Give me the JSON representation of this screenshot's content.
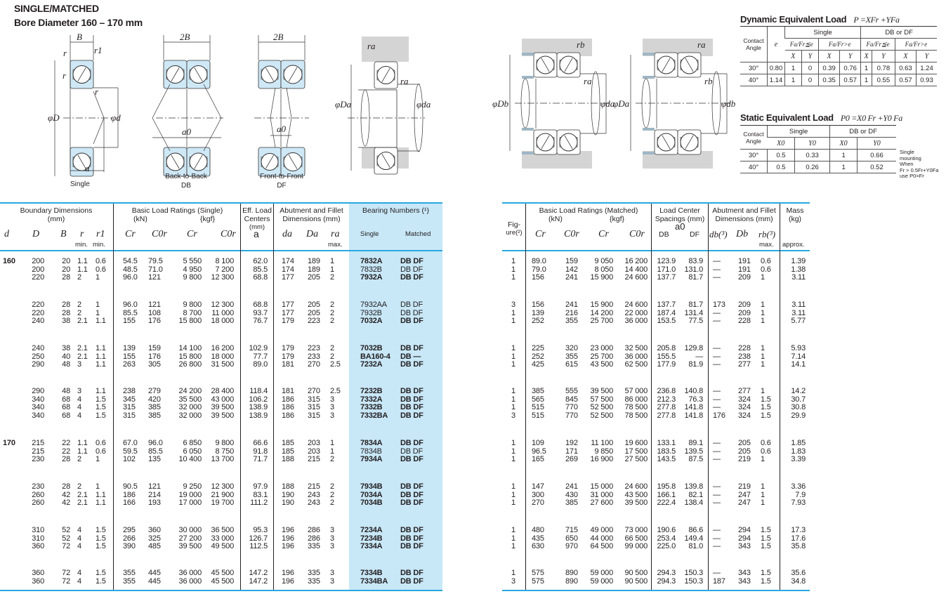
{
  "header": {
    "title": "SINGLE/MATCHED",
    "subtitle": "Bore Diameter   160 – 170 mm"
  },
  "diagrams": {
    "single_caption": "Single",
    "db_caption_1": "Back-to-Back",
    "db_caption_2": "DB",
    "df_caption_1": "Front-to-Front",
    "df_caption_2": "DF",
    "labels": {
      "B": "B",
      "twoB": "2B",
      "D": "φD",
      "d": "φd",
      "a": "a",
      "a0": "a0",
      "r": "r",
      "r1": "r1",
      "ra": "ra",
      "Da": "φDa",
      "da": "φda",
      "rb": "rb",
      "Db": "φDb",
      "db": "φdb"
    }
  },
  "dynamic_load": {
    "title": "Dynamic Equivalent Load",
    "formula": "P =XFr +YFa",
    "h_contact": "Contact Angle",
    "h_e": "e",
    "h_single": "Single",
    "h_dbdf": "DB or DF",
    "h_le": "Fa/Fr≦e",
    "h_gt": "Fa/Fr>e",
    "h_x": "X",
    "h_y": "Y",
    "rows": [
      {
        "angle": "30°",
        "e": "0.80",
        "vals": [
          "1",
          "0",
          "0.39",
          "0.76",
          "1",
          "0.78",
          "0.63",
          "1.24"
        ]
      },
      {
        "angle": "40°",
        "e": "1.14",
        "vals": [
          "1",
          "0",
          "0.35",
          "0.57",
          "1",
          "0.55",
          "0.57",
          "0.93"
        ]
      }
    ]
  },
  "static_load": {
    "title": "Static Equivalent Load",
    "formula": "P0 =X0 Fr +Y0 Fa",
    "h_contact": "Contact Angle",
    "h_single": "Single",
    "h_dbdf": "DB or DF",
    "h_x0": "X0",
    "h_y0": "Y0",
    "rows": [
      {
        "angle": "30°",
        "vals": [
          "0.5",
          "0.33",
          "1",
          "0.66"
        ]
      },
      {
        "angle": "40°",
        "vals": [
          "0.5",
          "0.26",
          "1",
          "0.52"
        ]
      }
    ],
    "note": [
      "Single",
      "mounting",
      "When",
      "Fr > 0.5Fr+Y0Fa",
      "use P0=Fr"
    ]
  },
  "left_table": {
    "headers": {
      "boundary": "Boundary Dimensions",
      "boundary_unit": "(mm)",
      "load_single": "Basic Load Ratings (Single)",
      "kn": "(kN)",
      "kgf": "{kgf}",
      "eff": "Eff. Load",
      "centers": "Centers",
      "eff_unit": "(mm)",
      "abut": "Abutment and Fillet",
      "abut_unit": "Dimensions (mm)",
      "numbers": "Bearing Numbers (¹)",
      "single": "Single",
      "matched": "Matched",
      "d": "d",
      "D": "D",
      "B": "B",
      "r": "r",
      "r1": "r1",
      "min1": "min.",
      "min2": "min.",
      "Cr": "Cr",
      "C0r": "C0r",
      "Cr2": "Cr",
      "C0r2": "C0r",
      "a": "a",
      "da": "da",
      "Da": "Da",
      "ra": "ra",
      "max": "max."
    },
    "groups": [
      {
        "d": "160",
        "rows": [
          {
            "D": "200",
            "B": "20",
            "r": "1.1",
            "r1": "0.6",
            "Cr": "54.5",
            "C0r": "79.5",
            "Crk": "5 550",
            "C0rk": "8 100",
            "a": "62.0",
            "da": "174",
            "Da": "189",
            "ra": "1",
            "single": "7832A",
            "matched": "DB DF",
            "std": true
          },
          {
            "D": "200",
            "B": "20",
            "r": "1.1",
            "r1": "0.6",
            "Cr": "48.5",
            "C0r": "71.0",
            "Crk": "4 950",
            "C0rk": "7 200",
            "a": "85.5",
            "da": "174",
            "Da": "189",
            "ra": "1",
            "single": "7832B",
            "matched": "DB DF",
            "std": false
          },
          {
            "D": "220",
            "B": "28",
            "r": "2",
            "r1": "1",
            "Cr": "96.0",
            "C0r": "121",
            "Crk": "9 800",
            "C0rk": "12 300",
            "a": "68.8",
            "da": "177",
            "Da": "205",
            "ra": "2",
            "single": "7932A",
            "matched": "DB DF",
            "std": true
          }
        ]
      },
      {
        "d": "",
        "rows": [
          {
            "D": "220",
            "B": "28",
            "r": "2",
            "r1": "1",
            "Cr": "96.0",
            "C0r": "121",
            "Crk": "9 800",
            "C0rk": "12 300",
            "a": "68.8",
            "da": "177",
            "Da": "205",
            "ra": "2",
            "single": "7932AA",
            "matched": "DB DF",
            "std": false
          },
          {
            "D": "220",
            "B": "28",
            "r": "2",
            "r1": "1",
            "Cr": "85.5",
            "C0r": "108",
            "Crk": "8 700",
            "C0rk": "11 000",
            "a": "93.7",
            "da": "177",
            "Da": "205",
            "ra": "2",
            "single": "7932B",
            "matched": "DB DF",
            "std": false
          },
          {
            "D": "240",
            "B": "38",
            "r": "2.1",
            "r1": "1.1",
            "Cr": "155",
            "C0r": "176",
            "Crk": "15 800",
            "C0rk": "18 000",
            "a": "76.7",
            "da": "179",
            "Da": "223",
            "ra": "2",
            "single": "7032A",
            "matched": "DB DF",
            "std": true
          }
        ]
      },
      {
        "d": "",
        "rows": [
          {
            "D": "240",
            "B": "38",
            "r": "2.1",
            "r1": "1.1",
            "Cr": "139",
            "C0r": "159",
            "Crk": "14 100",
            "C0rk": "16 200",
            "a": "102.9",
            "da": "179",
            "Da": "223",
            "ra": "2",
            "single": "7032B",
            "matched": "DB DF",
            "std": true
          },
          {
            "D": "250",
            "B": "40",
            "r": "2.1",
            "r1": "1.1",
            "Cr": "155",
            "C0r": "176",
            "Crk": "15 800",
            "C0rk": "18 000",
            "a": "77.7",
            "da": "179",
            "Da": "233",
            "ra": "2",
            "single": "BA160-4",
            "matched": "DB —",
            "std": true
          },
          {
            "D": "290",
            "B": "48",
            "r": "3",
            "r1": "1.1",
            "Cr": "263",
            "C0r": "305",
            "Crk": "26 800",
            "C0rk": "31 500",
            "a": "89.0",
            "da": "181",
            "Da": "270",
            "ra": "2.5",
            "single": "7232A",
            "matched": "DB DF",
            "std": true
          }
        ]
      },
      {
        "d": "",
        "rows": [
          {
            "D": "290",
            "B": "48",
            "r": "3",
            "r1": "1.1",
            "Cr": "238",
            "C0r": "279",
            "Crk": "24 200",
            "C0rk": "28 400",
            "a": "118.4",
            "da": "181",
            "Da": "270",
            "ra": "2.5",
            "single": "7232B",
            "matched": "DB DF",
            "std": true
          },
          {
            "D": "340",
            "B": "68",
            "r": "4",
            "r1": "1.5",
            "Cr": "345",
            "C0r": "420",
            "Crk": "35 500",
            "C0rk": "43 000",
            "a": "106.2",
            "da": "186",
            "Da": "315",
            "ra": "3",
            "single": "7332A",
            "matched": "DB DF",
            "std": true
          },
          {
            "D": "340",
            "B": "68",
            "r": "4",
            "r1": "1.5",
            "Cr": "315",
            "C0r": "385",
            "Crk": "32 000",
            "C0rk": "39 500",
            "a": "138.9",
            "da": "186",
            "Da": "315",
            "ra": "3",
            "single": "7332B",
            "matched": "DB DF",
            "std": true
          },
          {
            "D": "340",
            "B": "68",
            "r": "4",
            "r1": "1.5",
            "Cr": "315",
            "C0r": "385",
            "Crk": "32 000",
            "C0rk": "39 500",
            "a": "138.9",
            "da": "186",
            "Da": "315",
            "ra": "3",
            "single": "7332BA",
            "matched": "DB DF",
            "std": true
          }
        ]
      },
      {
        "d": "170",
        "rows": [
          {
            "D": "215",
            "B": "22",
            "r": "1.1",
            "r1": "0.6",
            "Cr": "67.0",
            "C0r": "96.0",
            "Crk": "6 850",
            "C0rk": "9 800",
            "a": "66.6",
            "da": "185",
            "Da": "203",
            "ra": "1",
            "single": "7834A",
            "matched": "DB DF",
            "std": true
          },
          {
            "D": "215",
            "B": "22",
            "r": "1.1",
            "r1": "0.6",
            "Cr": "59.5",
            "C0r": "85.5",
            "Crk": "6 050",
            "C0rk": "8 750",
            "a": "91.8",
            "da": "185",
            "Da": "203",
            "ra": "1",
            "single": "7834B",
            "matched": "DB DF",
            "std": false
          },
          {
            "D": "230",
            "B": "28",
            "r": "2",
            "r1": "1",
            "Cr": "102",
            "C0r": "135",
            "Crk": "10 400",
            "C0rk": "13 700",
            "a": "71.7",
            "da": "188",
            "Da": "215",
            "ra": "2",
            "single": "7934A",
            "matched": "DB DF",
            "std": true
          }
        ]
      },
      {
        "d": "",
        "rows": [
          {
            "D": "230",
            "B": "28",
            "r": "2",
            "r1": "1",
            "Cr": "90.5",
            "C0r": "121",
            "Crk": "9 250",
            "C0rk": "12 300",
            "a": "97.9",
            "da": "188",
            "Da": "215",
            "ra": "2",
            "single": "7934B",
            "matched": "DB DF",
            "std": true
          },
          {
            "D": "260",
            "B": "42",
            "r": "2.1",
            "r1": "1.1",
            "Cr": "186",
            "C0r": "214",
            "Crk": "19 000",
            "C0rk": "21 900",
            "a": "83.1",
            "da": "190",
            "Da": "243",
            "ra": "2",
            "single": "7034A",
            "matched": "DB DF",
            "std": true
          },
          {
            "D": "260",
            "B": "42",
            "r": "2.1",
            "r1": "1.1",
            "Cr": "166",
            "C0r": "193",
            "Crk": "17 000",
            "C0rk": "19 700",
            "a": "111.2",
            "da": "190",
            "Da": "243",
            "ra": "2",
            "single": "7034B",
            "matched": "DB DF",
            "std": true
          }
        ]
      },
      {
        "d": "",
        "rows": [
          {
            "D": "310",
            "B": "52",
            "r": "4",
            "r1": "1.5",
            "Cr": "295",
            "C0r": "360",
            "Crk": "30 000",
            "C0rk": "36 500",
            "a": "95.3",
            "da": "196",
            "Da": "286",
            "ra": "3",
            "single": "7234A",
            "matched": "DB DF",
            "std": true
          },
          {
            "D": "310",
            "B": "52",
            "r": "4",
            "r1": "1.5",
            "Cr": "266",
            "C0r": "325",
            "Crk": "27 200",
            "C0rk": "33 000",
            "a": "126.7",
            "da": "196",
            "Da": "286",
            "ra": "3",
            "single": "7234B",
            "matched": "DB DF",
            "std": true
          },
          {
            "D": "360",
            "B": "72",
            "r": "4",
            "r1": "1.5",
            "Cr": "390",
            "C0r": "485",
            "Crk": "39 500",
            "C0rk": "49 500",
            "a": "112.5",
            "da": "196",
            "Da": "335",
            "ra": "3",
            "single": "7334A",
            "matched": "DB DF",
            "std": true
          }
        ]
      },
      {
        "d": "",
        "rows": [
          {
            "D": "360",
            "B": "72",
            "r": "4",
            "r1": "1.5",
            "Cr": "355",
            "C0r": "445",
            "Crk": "36 000",
            "C0rk": "45 500",
            "a": "147.2",
            "da": "196",
            "Da": "335",
            "ra": "3",
            "single": "7334B",
            "matched": "DB DF",
            "std": true
          },
          {
            "D": "360",
            "B": "72",
            "r": "4",
            "r1": "1.5",
            "Cr": "355",
            "C0r": "445",
            "Crk": "36 000",
            "C0rk": "45 500",
            "a": "147.2",
            "da": "196",
            "Da": "335",
            "ra": "3",
            "single": "7334BA",
            "matched": "DB DF",
            "std": true
          }
        ]
      }
    ]
  },
  "right_table": {
    "headers": {
      "fig1": "Fig-",
      "fig2": "ure(²)",
      "load_matched": "Basic Load Ratings (Matched)",
      "kn": "(kN)",
      "kgf": "{kgf}",
      "Cr": "Cr",
      "C0r": "C0r",
      "Cr2": "Cr",
      "C0r2": "C0r",
      "spacing1": "Load Center",
      "spacing2": "Spacings (mm)",
      "a0": "a0",
      "DB": "DB",
      "DF": "DF",
      "abut": "Abutment and Fillet",
      "abut_unit": "Dimensions (mm)",
      "db": "db(³)",
      "Db": "Db",
      "rb": "rb(³)",
      "max": "max.",
      "mass": "Mass",
      "mass_unit": "(kg)",
      "approx": "approx."
    },
    "groups": [
      [
        [
          "1",
          "89.0",
          "159",
          "9 050",
          "16 200",
          "123.9",
          "83.9",
          "—",
          "191",
          "0.6",
          "1.39"
        ],
        [
          "1",
          "79.0",
          "142",
          "8 050",
          "14 400",
          "171.0",
          "131.0",
          "—",
          "191",
          "0.6",
          "1.38"
        ],
        [
          "1",
          "156",
          "241",
          "15 900",
          "24 600",
          "137.7",
          "81.7",
          "—",
          "209",
          "1",
          "3.11"
        ]
      ],
      [
        [
          "3",
          "156",
          "241",
          "15 900",
          "24 600",
          "137.7",
          "81.7",
          "173",
          "209",
          "1",
          "3.11"
        ],
        [
          "1",
          "139",
          "216",
          "14 200",
          "22 000",
          "187.4",
          "131.4",
          "—",
          "209",
          "1",
          "3.11"
        ],
        [
          "1",
          "252",
          "355",
          "25 700",
          "36 000",
          "153.5",
          "77.5",
          "—",
          "228",
          "1",
          "5.77"
        ]
      ],
      [
        [
          "1",
          "225",
          "320",
          "23 000",
          "32 500",
          "205.8",
          "129.8",
          "—",
          "228",
          "1",
          "5.93"
        ],
        [
          "1",
          "252",
          "355",
          "25 700",
          "36 000",
          "155.5",
          "—",
          "—",
          "238",
          "1",
          "7.14"
        ],
        [
          "1",
          "425",
          "615",
          "43 500",
          "62 500",
          "177.9",
          "81.9",
          "—",
          "277",
          "1",
          "14.1"
        ]
      ],
      [
        [
          "1",
          "385",
          "555",
          "39 500",
          "57 000",
          "236.8",
          "140.8",
          "—",
          "277",
          "1",
          "14.2"
        ],
        [
          "1",
          "565",
          "845",
          "57 500",
          "86 000",
          "212.3",
          "76.3",
          "—",
          "324",
          "1.5",
          "30.7"
        ],
        [
          "1",
          "515",
          "770",
          "52 500",
          "78 500",
          "277.8",
          "141.8",
          "—",
          "324",
          "1.5",
          "30.8"
        ],
        [
          "3",
          "515",
          "770",
          "52 500",
          "78 500",
          "277.8",
          "141.8",
          "176",
          "324",
          "1.5",
          "29.9"
        ]
      ],
      [
        [
          "1",
          "109",
          "192",
          "11 100",
          "19 600",
          "133.1",
          "89.1",
          "—",
          "205",
          "0.6",
          "1.85"
        ],
        [
          "1",
          "96.5",
          "171",
          "9 850",
          "17 500",
          "183.5",
          "139.5",
          "—",
          "205",
          "0.6",
          "1.83"
        ],
        [
          "1",
          "165",
          "269",
          "16 900",
          "27 500",
          "143.5",
          "87.5",
          "—",
          "219",
          "1",
          "3.39"
        ]
      ],
      [
        [
          "1",
          "147",
          "241",
          "15 000",
          "24 600",
          "195.8",
          "139.8",
          "—",
          "219",
          "1",
          "3.36"
        ],
        [
          "1",
          "300",
          "430",
          "31 000",
          "43 500",
          "166.1",
          "82.1",
          "—",
          "247",
          "1",
          "7.9"
        ],
        [
          "1",
          "270",
          "385",
          "27 600",
          "39 500",
          "222.4",
          "138.4",
          "—",
          "247",
          "1",
          "7.93"
        ]
      ],
      [
        [
          "1",
          "480",
          "715",
          "49 000",
          "73 000",
          "190.6",
          "86.6",
          "—",
          "294",
          "1.5",
          "17.3"
        ],
        [
          "1",
          "435",
          "650",
          "44 000",
          "66 500",
          "253.4",
          "149.4",
          "—",
          "294",
          "1.5",
          "17.6"
        ],
        [
          "1",
          "630",
          "970",
          "64 500",
          "99 000",
          "225.0",
          "81.0",
          "—",
          "343",
          "1.5",
          "35.8"
        ]
      ],
      [
        [
          "1",
          "575",
          "890",
          "59 000",
          "90 500",
          "294.3",
          "150.3",
          "—",
          "343",
          "1.5",
          "35.6"
        ],
        [
          "3",
          "575",
          "890",
          "59 000",
          "90 500",
          "294.3",
          "150.3",
          "187",
          "343",
          "1.5",
          "34.8"
        ]
      ]
    ]
  },
  "colors": {
    "accent": "#29a8e0",
    "band": "#c8e7f7",
    "ring": "#cfe8f6",
    "housing": "#d4d4d4"
  }
}
